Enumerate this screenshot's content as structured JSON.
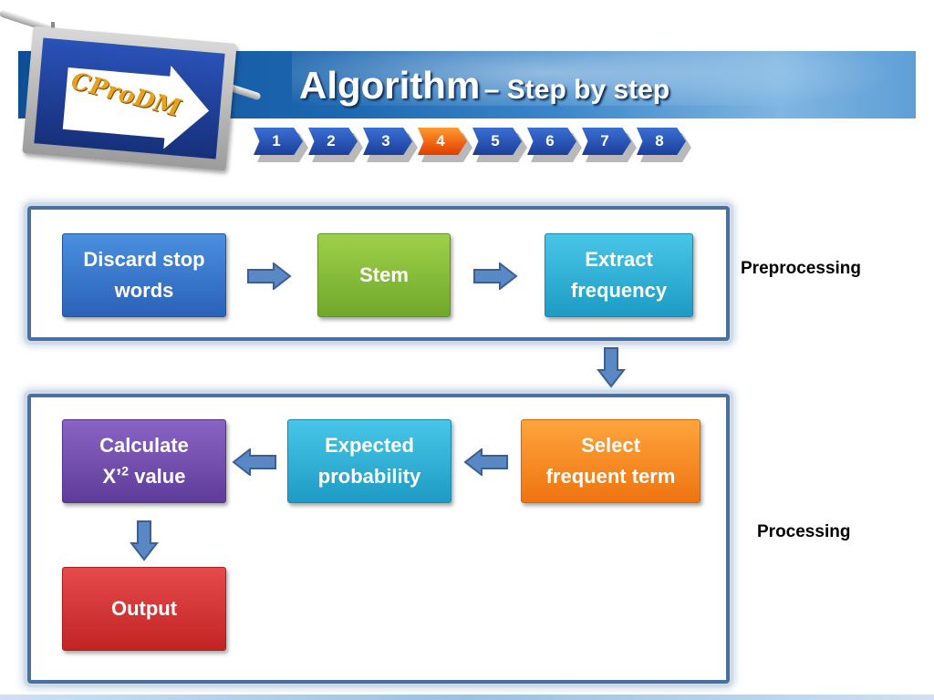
{
  "slide": {
    "title_main": "Algorithm",
    "title_sub": "– Step by step",
    "logo_text": "CProDM"
  },
  "steps": {
    "items": [
      "1",
      "2",
      "3",
      "4",
      "5",
      "6",
      "7",
      "8"
    ],
    "active": "4"
  },
  "groups": {
    "preprocessing_label": "Preprocessing",
    "processing_label": "Processing"
  },
  "boxes": {
    "discard_stop_words": "Discard stop\nwords",
    "stem": "Stem",
    "extract_frequency": "Extract\nfrequency",
    "select_frequent_term": "Select\nfrequent term",
    "expected_probability": "Expected\nprobability",
    "calculate_x2_main": "Calculate\nX’",
    "calculate_x2_sup": "2",
    "calculate_x2_tail": " value",
    "output": "Output"
  },
  "icons": {
    "arrow": "arrow-icon",
    "tab": "chevron-tab-icon"
  },
  "colors": {
    "blue": "#2a62b8",
    "green": "#6fa82a",
    "cyan": "#1e9bc4",
    "purple": "#5e3c9a",
    "orange": "#ee7410",
    "red": "#c22424",
    "active_tab": "#e23c00",
    "tab": "#1b3f9a"
  }
}
